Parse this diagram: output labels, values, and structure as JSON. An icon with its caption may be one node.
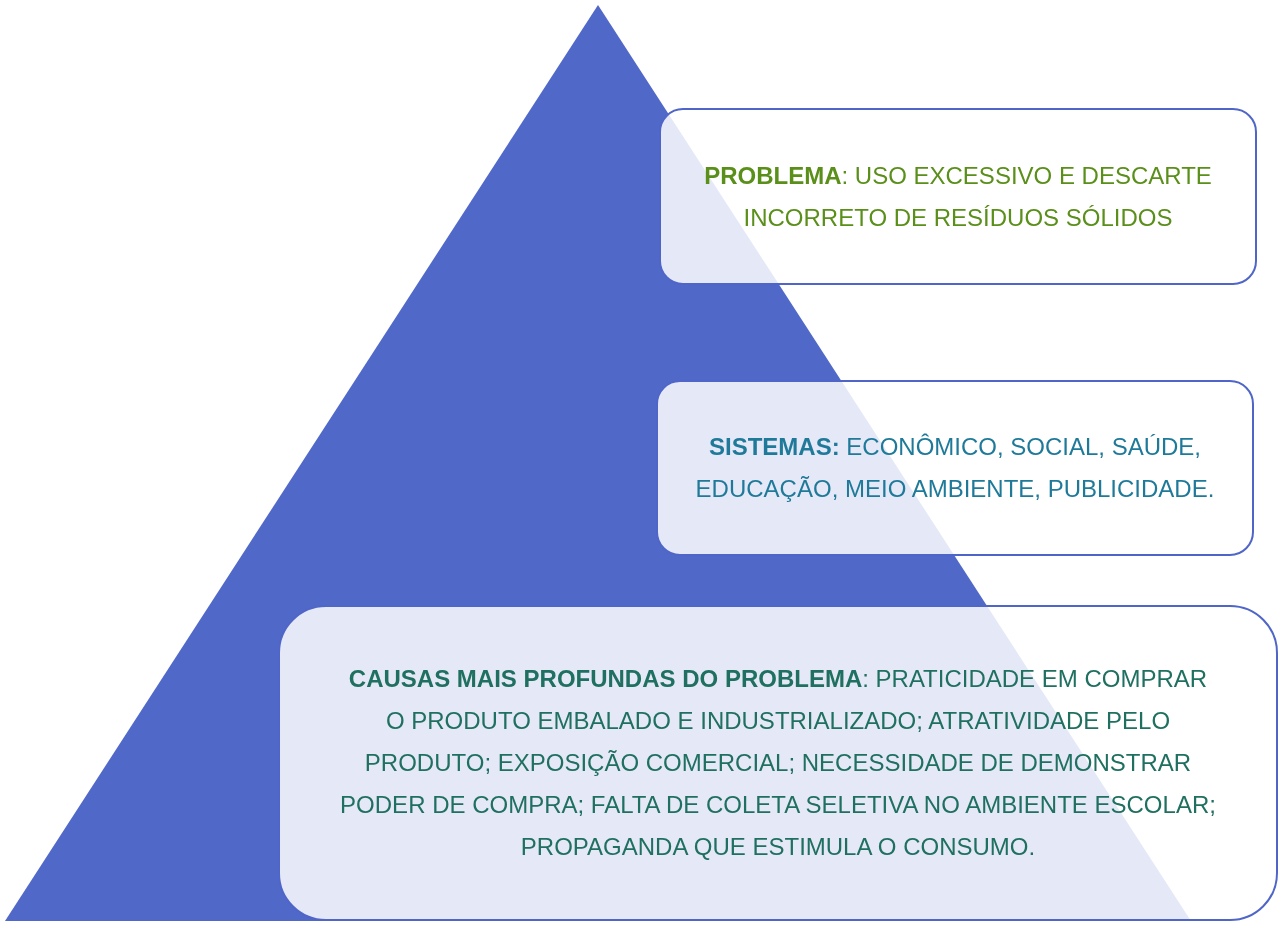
{
  "diagram": {
    "nodes": [
      {
        "text": [],
        "shape": "triangle"
      },
      {
        "text": [
          "**PROBLEMA**: USO EXCESSIVO E DESCARTE INCORRETO DE RESÍDUOS SÓLIDOS"
        ]
      },
      {
        "text": [
          "**SISTEMAS:** ECONÔMICO, SOCIAL, SAÚDE, EDUCAÇÃO, MEIO AMBIENTE, PUBLICIDADE."
        ]
      },
      {
        "text": [
          "**CAUSAS MAIS PROFUNDAS DO PROBLEMA**: PRATICIDADE EM COMPRAR O PRODUTO EMBALADO E INDUSTRIALIZADO; ATRATIVIDADE PELO  PRODUTO; EXPOSIÇÃO COMERCIAL; NECESSIDADE DE DEMONSTRAR PODER DE COMPRA; FALTA DE COLETA SELETIVA NO AMBIENTE ESCOLAR; PROPAGANDA QUE ESTIMULA O CONSUMO."
        ]
      }
    ]
  }
}
